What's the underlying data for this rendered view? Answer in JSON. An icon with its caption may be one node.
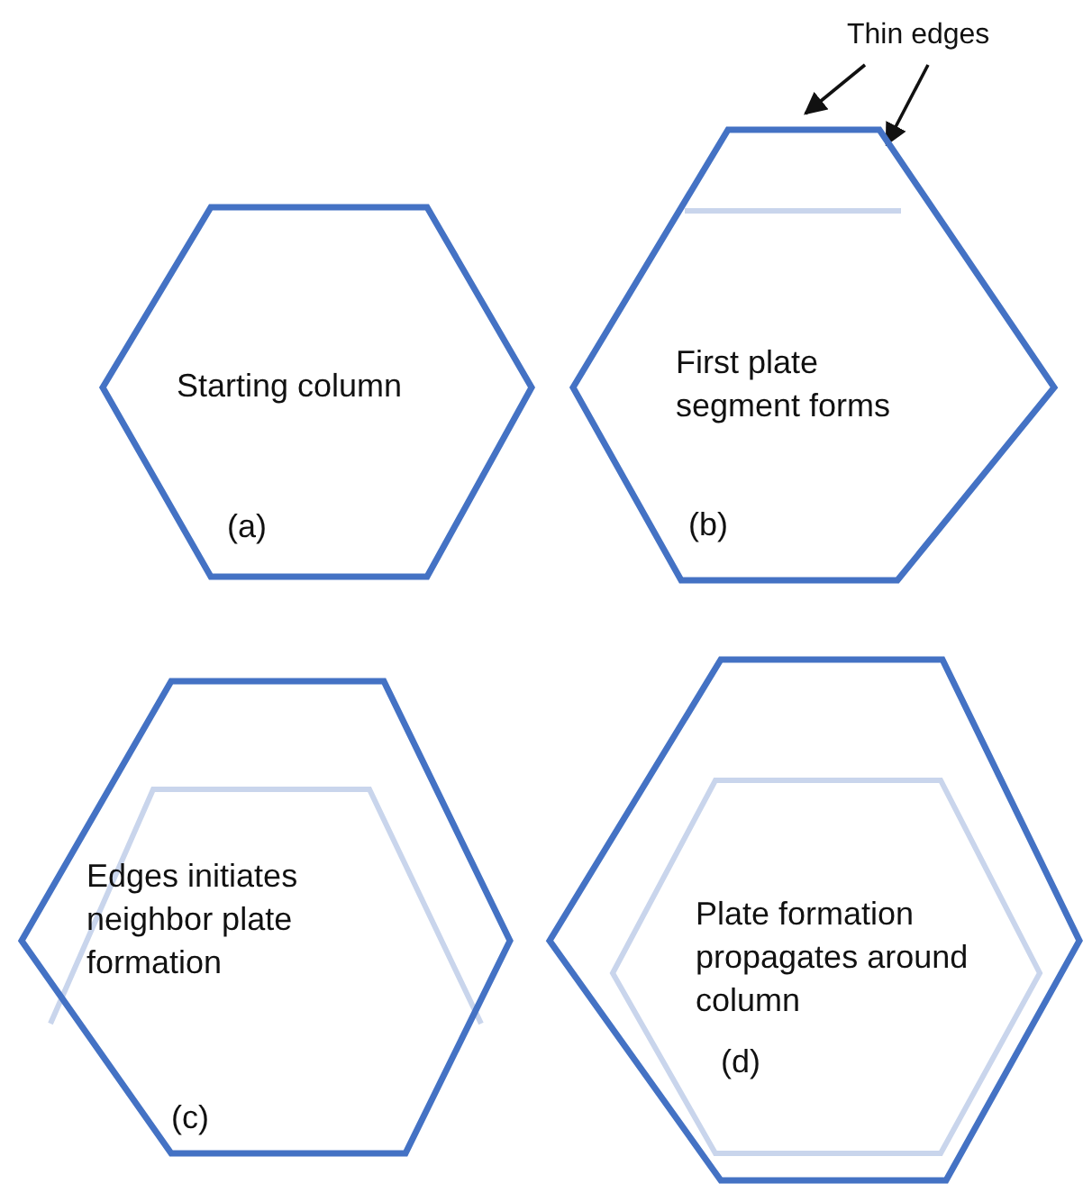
{
  "diagram": {
    "nodes": [
      {
        "text": [
          "Starting column",
          "(a)"
        ]
      },
      {
        "text": [
          "First plate segment forms",
          "(b)"
        ]
      },
      {
        "text": [
          "Edges initiates neighbor plate formation",
          "(c)"
        ]
      },
      {
        "text": [
          "Plate formation propagates around column",
          "(d)"
        ]
      },
      {
        "text": [
          "Thin edges"
        ]
      }
    ],
    "edges": [
      {
        "from": 4,
        "to": 1,
        "arrow": "to"
      },
      {
        "from": 4,
        "to": 1,
        "arrow": "to"
      }
    ]
  }
}
